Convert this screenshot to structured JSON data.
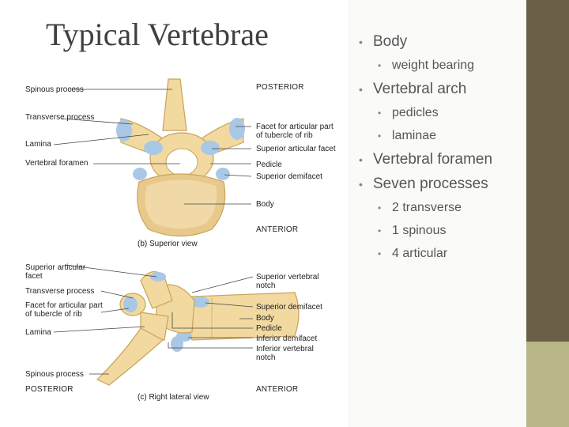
{
  "slide": {
    "title": "Typical Vertebrae",
    "bullets": [
      {
        "text": "Body",
        "sub": [
          "weight bearing"
        ]
      },
      {
        "text": "Vertebral arch",
        "sub": [
          "pedicles",
          "laminae"
        ]
      },
      {
        "text": "Vertebral foramen",
        "sub": []
      },
      {
        "text": "Seven processes",
        "sub": [
          "2 transverse",
          "1 spinous",
          "4 articular"
        ]
      }
    ]
  },
  "figure": {
    "superior_view": {
      "caption": "(b) Superior view",
      "orientation_top": "POSTERIOR",
      "orientation_bottom": "ANTERIOR",
      "left_labels": [
        "Spinous process",
        "Transverse process",
        "Lamina",
        "Vertebral foramen"
      ],
      "right_labels": [
        "Facet for articular part of tubercle of rib",
        "Superior articular facet",
        "Pedicle",
        "Superior demifacet",
        "Body"
      ]
    },
    "lateral_view": {
      "caption": "(c) Right lateral view",
      "orientation_left": "POSTERIOR",
      "orientation_right": "ANTERIOR",
      "left_labels": [
        "Superior articular facet",
        "Transverse process",
        "Facet for articular part of tubercle of rib",
        "Lamina",
        "Spinous process"
      ],
      "right_labels": [
        "Superior vertebral notch",
        "Superior demifacet",
        "Body",
        "Pedicle",
        "Inferior demifacet",
        "Inferior vertebral notch"
      ]
    }
  },
  "colors": {
    "bone": "#f2d9a0",
    "bone_dark": "#d9b46a",
    "cartilage": "#a9c8e6",
    "accent_dark": "#6b5f48",
    "accent_light": "#b9b688"
  }
}
